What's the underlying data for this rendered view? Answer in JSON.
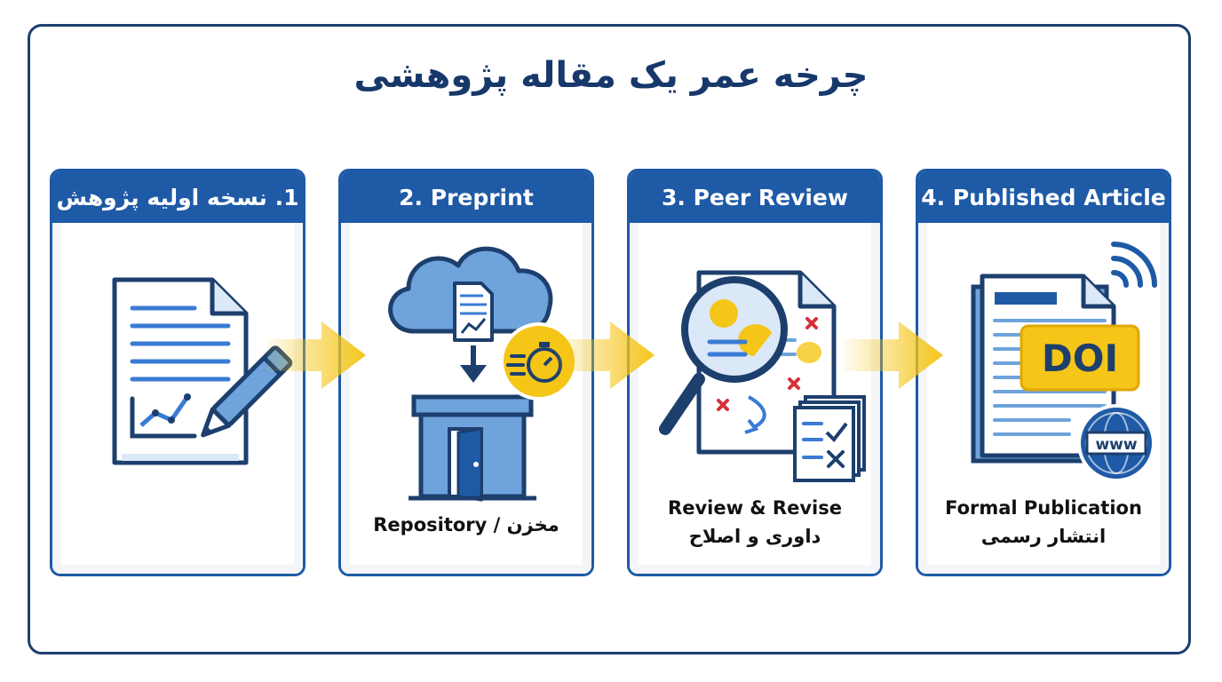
{
  "title": "چرخه عمر یک مقاله پژوهشی",
  "steps": [
    {
      "header": "1. نسخه اولیه پژوهش",
      "caption_en": "",
      "caption_fa": ""
    },
    {
      "header": "2. Preprint",
      "caption_en": "Repository / مخزن",
      "caption_fa": ""
    },
    {
      "header": "3. Peer Review",
      "caption_en": "Review & Revise",
      "caption_fa": "داوری و اصلاح"
    },
    {
      "header": "4. Published Article",
      "caption_en": "Formal Publication",
      "caption_fa": "انتشار رسمی"
    }
  ],
  "badges": {
    "doi": "DOI",
    "www": "www"
  },
  "colors": {
    "navy": "#1c3f6e",
    "blue": "#1e5aa6",
    "light_blue": "#6ea3dc",
    "pale_blue": "#dbe8f7",
    "yellow": "#f5c518",
    "red": "#d6303b"
  },
  "icons": [
    "document-chart-icon",
    "pencil-icon",
    "cloud-upload-icon",
    "stopwatch-icon",
    "repository-door-icon",
    "magnifier-icon",
    "review-checklist-icon",
    "journal-icon",
    "doi-badge-icon",
    "globe-www-icon",
    "signal-icon"
  ]
}
